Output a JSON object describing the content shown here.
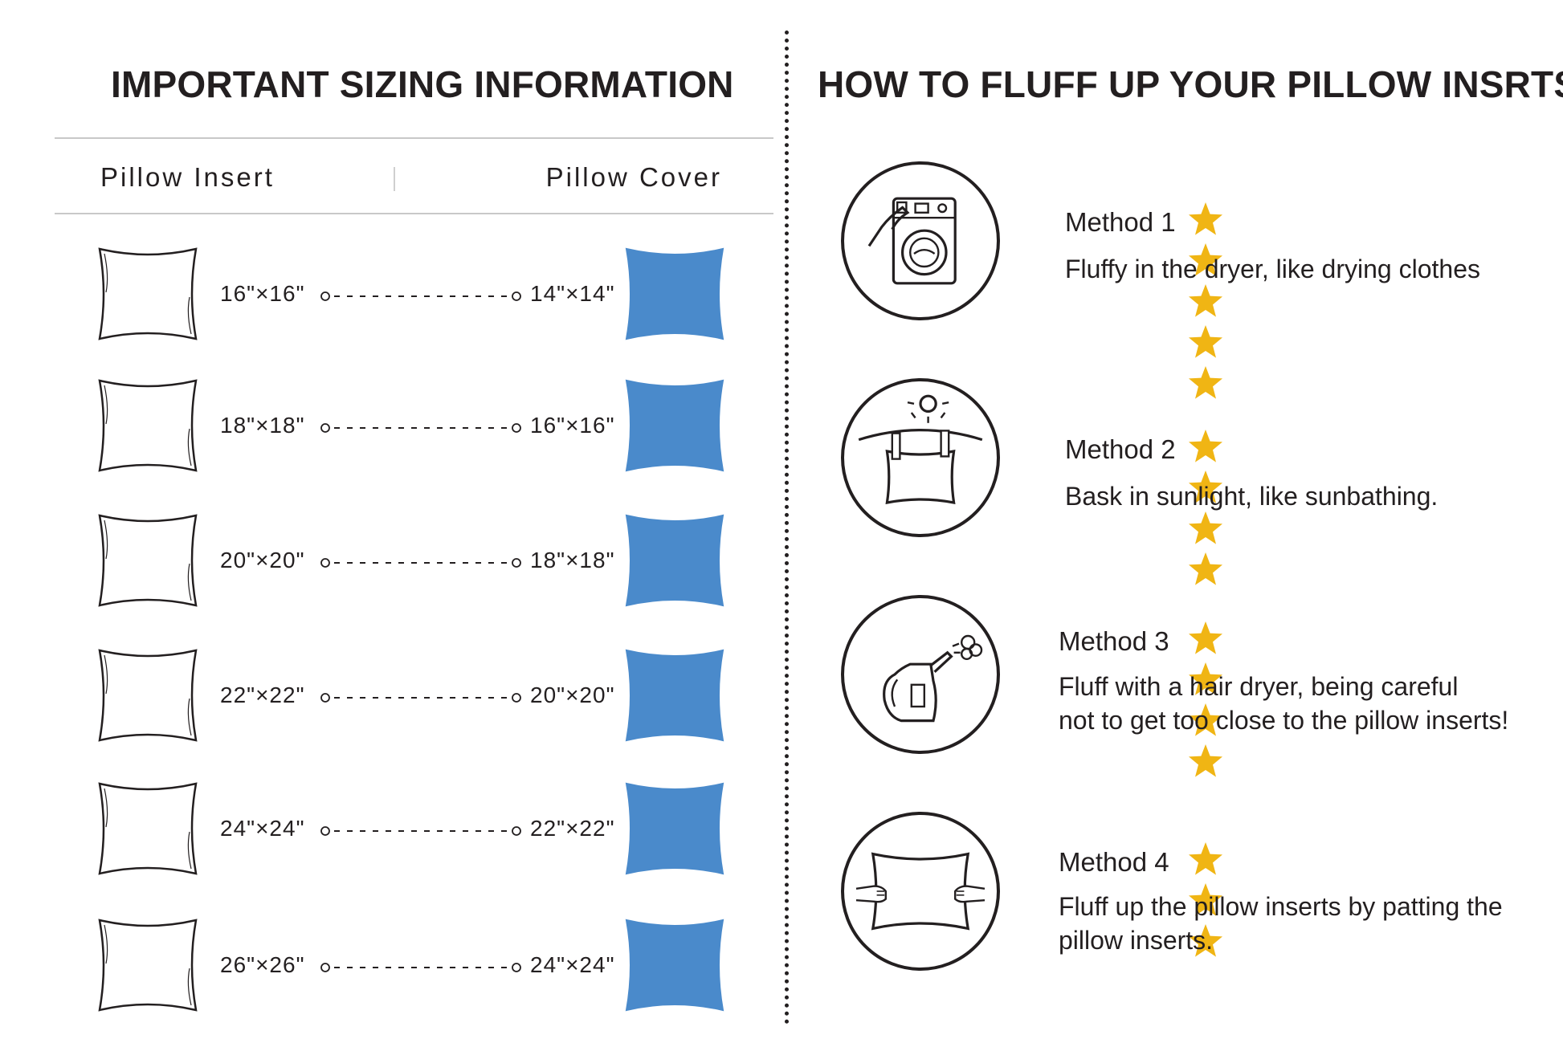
{
  "left": {
    "title": "IMPORTANT SIZING INFORMATION",
    "col_insert": "Pillow Insert",
    "col_cover": "Pillow Cover",
    "rows": [
      {
        "insert": "16\"×16\"",
        "cover": "14\"×14\""
      },
      {
        "insert": "18\"×18\"",
        "cover": "16\"×16\""
      },
      {
        "insert": "20\"×20\"",
        "cover": "18\"×18\""
      },
      {
        "insert": "22\"×22\"",
        "cover": "20\"×20\""
      },
      {
        "insert": "24\"×24\"",
        "cover": "22\"×22\""
      },
      {
        "insert": "26\"×26\"",
        "cover": "24\"×24\""
      }
    ]
  },
  "right": {
    "title": "HOW TO FLUFF UP YOUR PILLOW INSRTS",
    "methods": [
      {
        "title": "Method 1",
        "stars": 5,
        "desc_1": "Fluffy in the dryer, like drying clothes",
        "desc_2": "",
        "icon": "washing-machine-icon"
      },
      {
        "title": "Method 2",
        "stars": 4,
        "desc_1": "Bask in sunlight, like sunbathing.",
        "desc_2": "",
        "icon": "sun-clothesline-icon"
      },
      {
        "title": "Method 3",
        "stars": 4,
        "desc_1": "Fluff with a hair dryer, being careful",
        "desc_2": "not to get too close to the pillow inserts!",
        "icon": "steamer-icon"
      },
      {
        "title": "Method 4",
        "stars": 3,
        "desc_1": "Fluff up the pillow inserts by patting the",
        "desc_2": "pillow inserts.",
        "icon": "hands-pillow-icon"
      }
    ]
  },
  "colors": {
    "text": "#231f20",
    "cover_blue": "#4a8acb",
    "star_gold": "#f0b514",
    "rule": "#c8c8c8"
  }
}
